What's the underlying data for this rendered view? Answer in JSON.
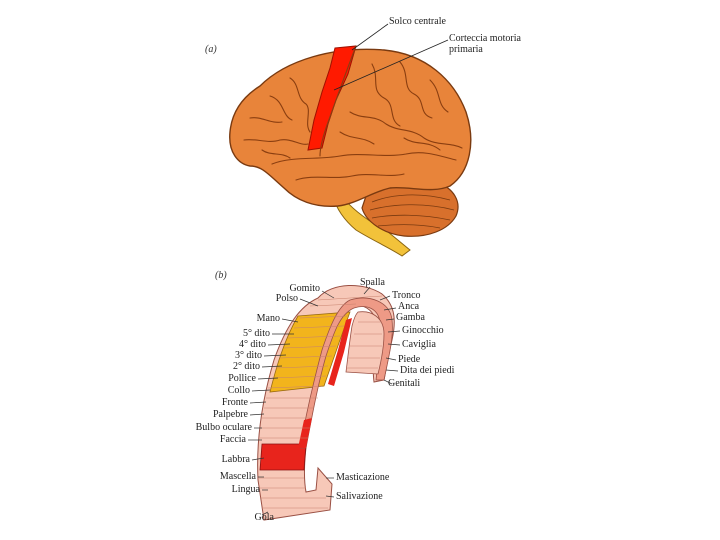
{
  "panel_a": {
    "tag": "(a)",
    "labels": {
      "central_sulcus": "Solco centrale",
      "motor_cortex_line1": "Corteccia motoria",
      "motor_cortex_line2": "primaria"
    }
  },
  "panel_b": {
    "tag": "(b)",
    "left_labels": [
      "Gomito",
      "Polso",
      "Mano",
      "5° dito",
      "4° dito",
      "3° dito",
      "2° dito",
      "Pollice",
      "Collo",
      "Fronte",
      "Palpebre",
      "Bulbo oculare",
      "Faccia",
      "Labbra",
      "Mascella",
      "Lingua",
      "Gola"
    ],
    "right_labels": [
      "Spalla",
      "Tronco",
      "Anca",
      "Gamba",
      "Ginocchio",
      "Caviglia",
      "Piede",
      "Dita dei piedi",
      "Genitali",
      "Masticazione",
      "Salivazione"
    ]
  },
  "colors": {
    "brain": "#e8843a",
    "brain_dark": "#9a4a14",
    "motor_strip": "#ff1a00",
    "cerebellum": "#d8702c",
    "brainstem": "#f2c23a",
    "homunculus_pink": "#f7c8b8",
    "homunculus_salmon": "#ee9a86",
    "homunculus_yellow": "#f2b41c",
    "homunculus_red": "#e8241c"
  }
}
